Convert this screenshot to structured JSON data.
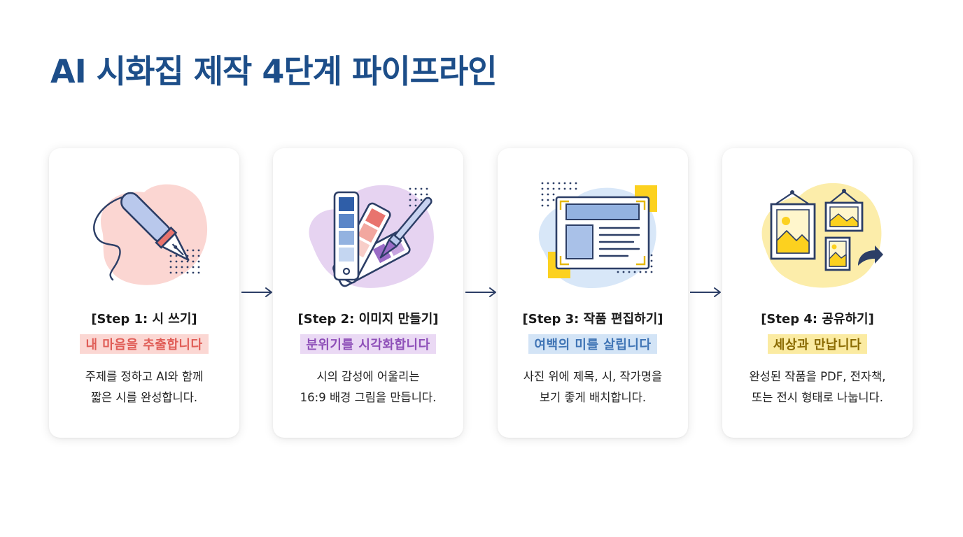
{
  "title": "AI 시화집 제작 4단계 파이프라인",
  "steps": [
    {
      "label": "[Step 1: 시 쓰기]",
      "tagline": "내 마음을 추출합니다",
      "desc": [
        "주제를 정하고 AI와 함께",
        "짧은 시를 완성합니다."
      ],
      "tag_color": "#e05d57",
      "tag_bg": "#fbd7d3",
      "blob_color": "#fbd6d2",
      "icon": "fountain-pen-icon"
    },
    {
      "label": "[Step 2: 이미지 만들기]",
      "tagline": "분위기를 시각화합니다",
      "desc": [
        "시의 감성에 어울리는",
        "16:9 배경 그림을 만듭니다."
      ],
      "tag_color": "#8e4fb8",
      "tag_bg": "#ead9f4",
      "blob_color": "#e6d3f1",
      "icon": "color-palette-icon"
    },
    {
      "label": "[Step 3: 작품 편집하기]",
      "tagline": "여백의 미를 살립니다",
      "desc": [
        "사진 위에 제목, 시, 작가명을",
        "보기 좋게 배치합니다."
      ],
      "tag_color": "#3f74b5",
      "tag_bg": "#d3e4f6",
      "blob_color": "#d8e7f8",
      "icon": "layout-editor-icon"
    },
    {
      "label": "[Step 4: 공유하기]",
      "tagline": "세상과 만납니다",
      "desc": [
        "완성된 작품을 PDF, 전자책,",
        "또는 전시 형태로 나눕니다."
      ],
      "tag_color": "#8a6a00",
      "tag_bg": "#fbeba2",
      "blob_color": "#fcedaa",
      "icon": "picture-frames-icon"
    }
  ]
}
